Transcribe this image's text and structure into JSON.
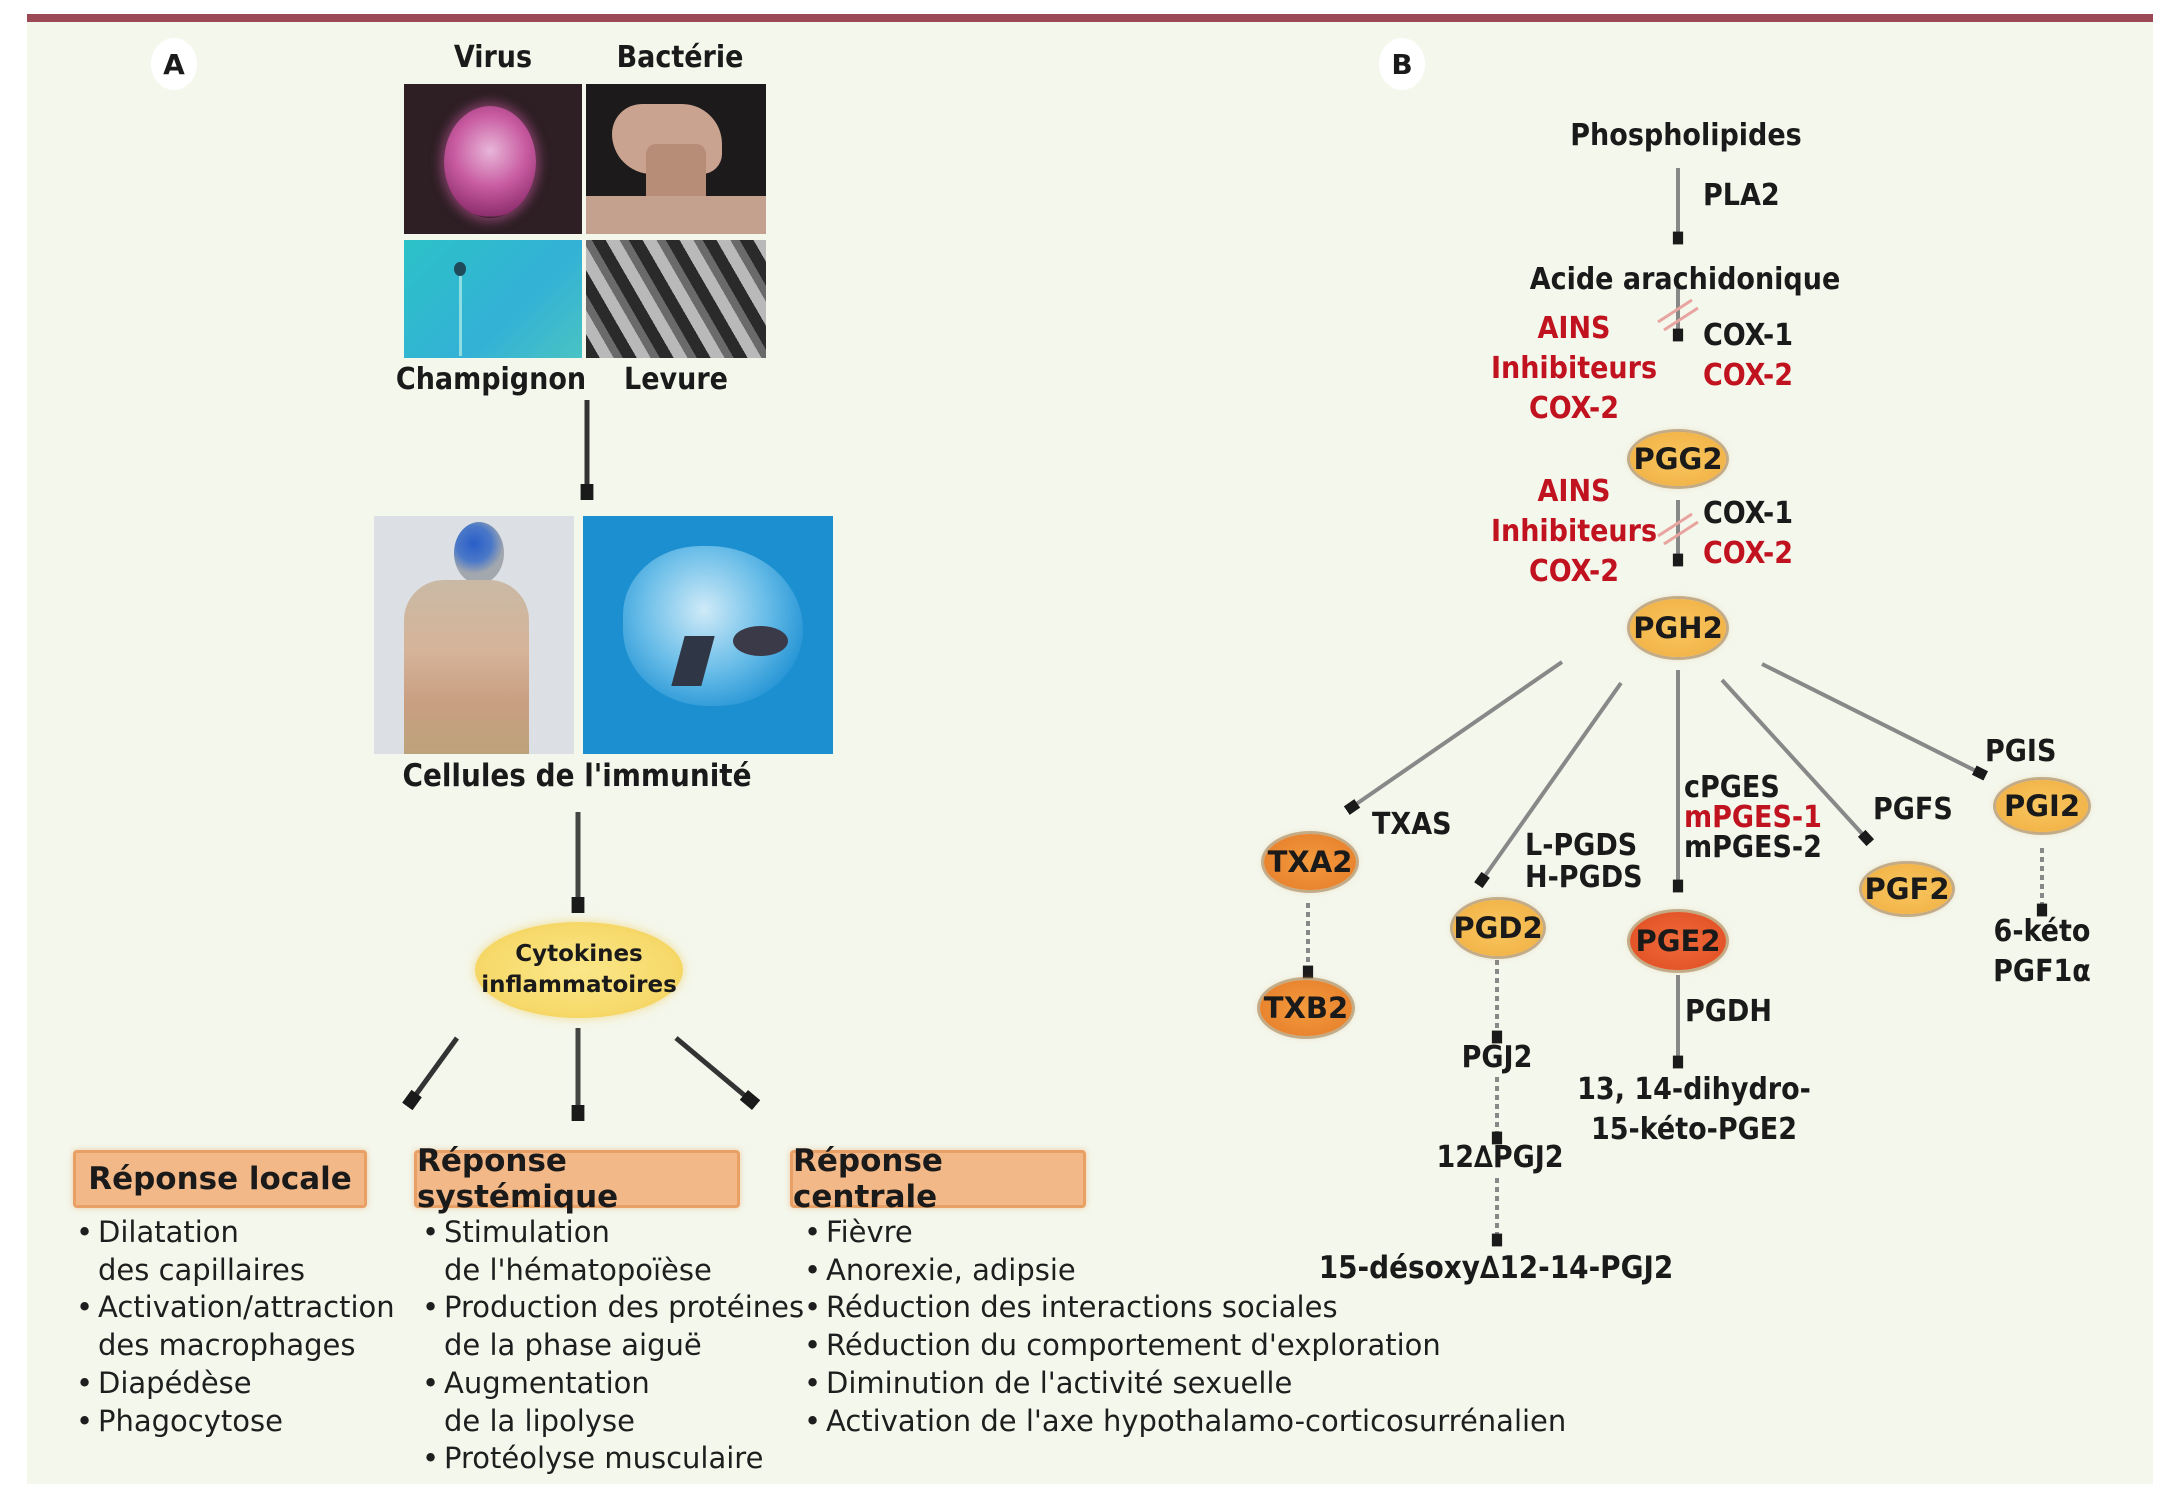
{
  "panelA": {
    "badge": "A",
    "pathogens": {
      "top_left": "Virus",
      "top_right": "Bactérie",
      "bottom_left": "Champignon",
      "bottom_right": "Levure"
    },
    "immune_cells_label": "Cellules de l'immunité",
    "cytokines": {
      "line1": "Cytokines",
      "line2": "inflammatoires"
    },
    "responses": [
      {
        "title": "Réponse locale",
        "items": [
          "Dilatation",
          "des capillaires",
          "Activation/attraction",
          "des macrophages",
          "Diapédèse",
          "Phagocytose"
        ],
        "bullets": [
          true,
          false,
          true,
          false,
          true,
          true
        ]
      },
      {
        "title": "Réponse systémique",
        "items": [
          "Stimulation",
          "de l'hématopoïèse",
          "Production des protéines",
          "de la phase aiguë",
          "Augmentation",
          "de la lipolyse",
          "Protéolyse musculaire"
        ],
        "bullets": [
          true,
          false,
          true,
          false,
          true,
          false,
          true
        ]
      },
      {
        "title": "Réponse centrale",
        "items": [
          "Fièvre",
          "Anorexie, adipsie",
          "Réduction des interactions sociales",
          "Réduction du comportement d'exploration",
          "Diminution de l'activité sexuelle",
          "Activation de l'axe hypothalamo-corticosurrénalien"
        ],
        "bullets": [
          true,
          true,
          true,
          true,
          true,
          true
        ]
      }
    ]
  },
  "panelB": {
    "badge": "B",
    "phospholipides": "Phospholipides",
    "pla2": "PLA2",
    "acide": "Acide arachidonique",
    "inhibitor_block_1": {
      "l1": "AINS",
      "l2": "Inhibiteurs",
      "l3": "COX-2"
    },
    "enzymes_1": {
      "cox1": "COX-1",
      "cox2": "COX-2"
    },
    "pgg2": "PGG2",
    "inhibitor_block_2": {
      "l1": "AINS",
      "l2": "Inhibiteurs",
      "l3": "COX-2"
    },
    "enzymes_2": {
      "cox1": "COX-1",
      "cox2": "COX-2"
    },
    "pgh2": "PGH2",
    "txas": "TXAS",
    "txa2": "TXA2",
    "txb2": "TXB2",
    "lpgds": "L-PGDS",
    "hpgds": "H-PGDS",
    "pgd2": "PGD2",
    "pgj2": "PGJ2",
    "d12pgj2": "12∆PGJ2",
    "desoxy": "15-désoxy∆12-14-PGJ2",
    "cpges": "cPGES",
    "mpges1": "mPGES-1",
    "mpges2": "mPGES-2",
    "pge2": "PGE2",
    "pgdh": "PGDH",
    "dihydro_l1": "13, 14-dihydro-",
    "dihydro_l2": "15-kéto-PGE2",
    "pgfs": "PGFS",
    "pgf2": "PGF2",
    "pgis": "PGIS",
    "pgi2": "PGI2",
    "keto_l1": "6-kéto",
    "keto_l2": "PGF1α"
  },
  "colors": {
    "frame_bar": "#9b4a55",
    "panel_bg": "#f4f7ec",
    "inhibitor_red": "#c1121f",
    "response_box": "#f2b888",
    "cytokine_oval": "#f7dc6a"
  }
}
